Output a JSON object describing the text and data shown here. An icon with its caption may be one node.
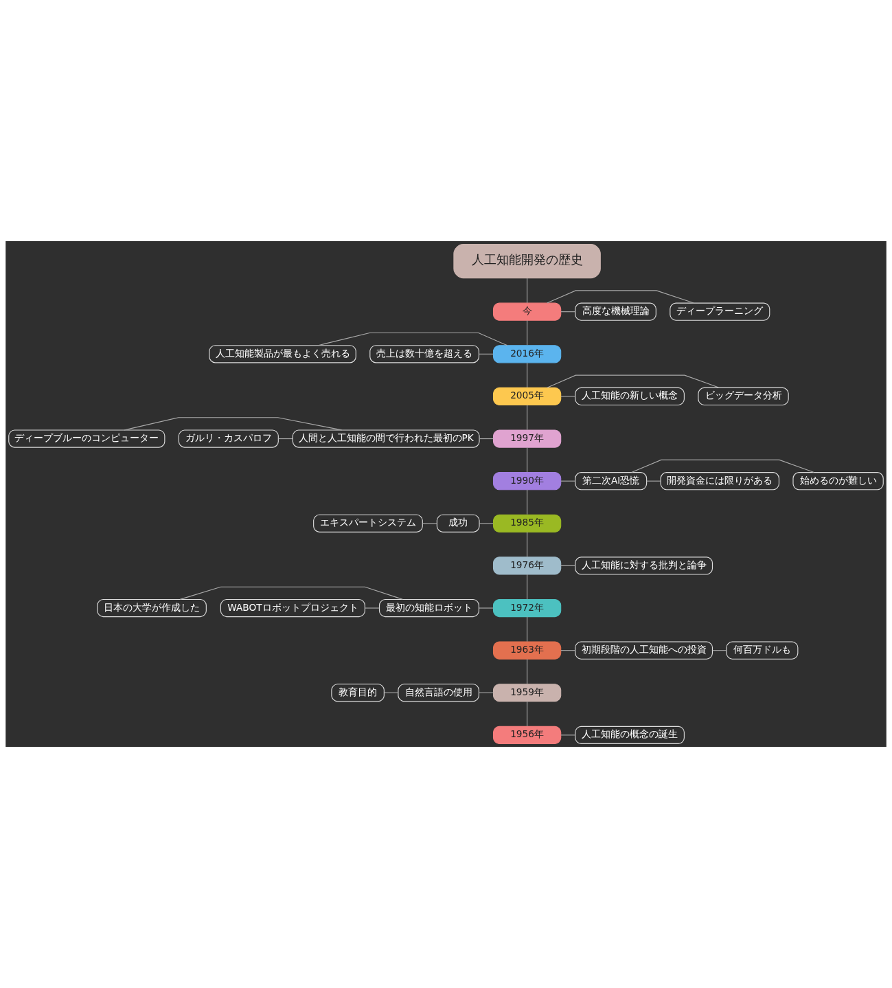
{
  "diagram": {
    "nodes": [
      {
        "text": [
          "人工知能開発の歴史"
        ]
      },
      {
        "text": [
          "今"
        ]
      },
      {
        "text": [
          "ディープラーニング"
        ]
      },
      {
        "text": [
          "高度な機械理論"
        ]
      },
      {
        "text": [
          "2016年"
        ]
      },
      {
        "text": [
          "人工知能製品が最もよく売れる"
        ]
      },
      {
        "text": [
          "売上は数十億を超える"
        ]
      },
      {
        "text": [
          "2005年"
        ]
      },
      {
        "text": [
          "ビッグデータ分析"
        ]
      },
      {
        "text": [
          "人工知能の新しい概念"
        ]
      },
      {
        "text": [
          "1997年"
        ]
      },
      {
        "text": [
          "人間と人工知能の間で行われた最初のPK"
        ]
      },
      {
        "text": [
          "ディープブルーのコンピューター"
        ]
      },
      {
        "text": [
          "ガルリ・カスパロフ"
        ]
      },
      {
        "text": [
          "1990年"
        ]
      },
      {
        "text": [
          "第二次AI恐慌"
        ]
      },
      {
        "text": [
          "始めるのが難しい"
        ]
      },
      {
        "text": [
          "開発資金には限りがある"
        ]
      },
      {
        "text": [
          "1985年"
        ]
      },
      {
        "text": [
          "成功"
        ]
      },
      {
        "text": [
          "エキスパートシステム"
        ]
      },
      {
        "text": [
          "1976年"
        ]
      },
      {
        "text": [
          "人工知能に対する批判と論争"
        ]
      },
      {
        "text": [
          "1972年"
        ]
      },
      {
        "text": [
          "最初の知能ロボット"
        ]
      },
      {
        "text": [
          "日本の大学が作成した"
        ]
      },
      {
        "text": [
          "WABOTロボットプロジェクト"
        ]
      },
      {
        "text": [
          "1963年"
        ]
      },
      {
        "text": [
          "初期段階の人工知能への投資"
        ]
      },
      {
        "text": [
          "何百万ドルも"
        ]
      },
      {
        "text": [
          "1959年"
        ]
      },
      {
        "text": [
          "自然言語の使用"
        ]
      },
      {
        "text": [
          "教育目的"
        ]
      },
      {
        "text": [
          "1956年"
        ]
      },
      {
        "text": [
          "人工知能の概念の誕生"
        ]
      }
    ],
    "edges": [
      {
        "from": 0,
        "to": 1,
        "arrow": "none"
      },
      {
        "from": 1,
        "to": 2,
        "arrow": "none"
      },
      {
        "from": 1,
        "to": 3,
        "arrow": "none"
      },
      {
        "from": 1,
        "to": 4,
        "arrow": "none"
      },
      {
        "from": 4,
        "to": 5,
        "arrow": "none"
      },
      {
        "from": 4,
        "to": 6,
        "arrow": "none"
      },
      {
        "from": 4,
        "to": 7,
        "arrow": "none"
      },
      {
        "from": 7,
        "to": 8,
        "arrow": "none"
      },
      {
        "from": 7,
        "to": 9,
        "arrow": "none"
      },
      {
        "from": 7,
        "to": 10,
        "arrow": "none"
      },
      {
        "from": 10,
        "to": 11,
        "arrow": "none"
      },
      {
        "from": 11,
        "to": 12,
        "arrow": "none"
      },
      {
        "from": 11,
        "to": 13,
        "arrow": "none"
      },
      {
        "from": 10,
        "to": 14,
        "arrow": "none"
      },
      {
        "from": 14,
        "to": 15,
        "arrow": "none"
      },
      {
        "from": 15,
        "to": 16,
        "arrow": "none"
      },
      {
        "from": 15,
        "to": 17,
        "arrow": "none"
      },
      {
        "from": 14,
        "to": 18,
        "arrow": "none"
      },
      {
        "from": 18,
        "to": 19,
        "arrow": "none"
      },
      {
        "from": 19,
        "to": 20,
        "arrow": "none"
      },
      {
        "from": 18,
        "to": 21,
        "arrow": "none"
      },
      {
        "from": 21,
        "to": 22,
        "arrow": "none"
      },
      {
        "from": 21,
        "to": 23,
        "arrow": "none"
      },
      {
        "from": 23,
        "to": 24,
        "arrow": "none"
      },
      {
        "from": 24,
        "to": 25,
        "arrow": "none"
      },
      {
        "from": 24,
        "to": 26,
        "arrow": "none"
      },
      {
        "from": 23,
        "to": 27,
        "arrow": "none"
      },
      {
        "from": 27,
        "to": 28,
        "arrow": "none"
      },
      {
        "from": 28,
        "to": 29,
        "arrow": "none"
      },
      {
        "from": 27,
        "to": 30,
        "arrow": "none"
      },
      {
        "from": 30,
        "to": 31,
        "arrow": "none"
      },
      {
        "from": 31,
        "to": 32,
        "arrow": "none"
      },
      {
        "from": 30,
        "to": 33,
        "arrow": "none"
      },
      {
        "from": 33,
        "to": 34,
        "arrow": "none"
      }
    ]
  }
}
